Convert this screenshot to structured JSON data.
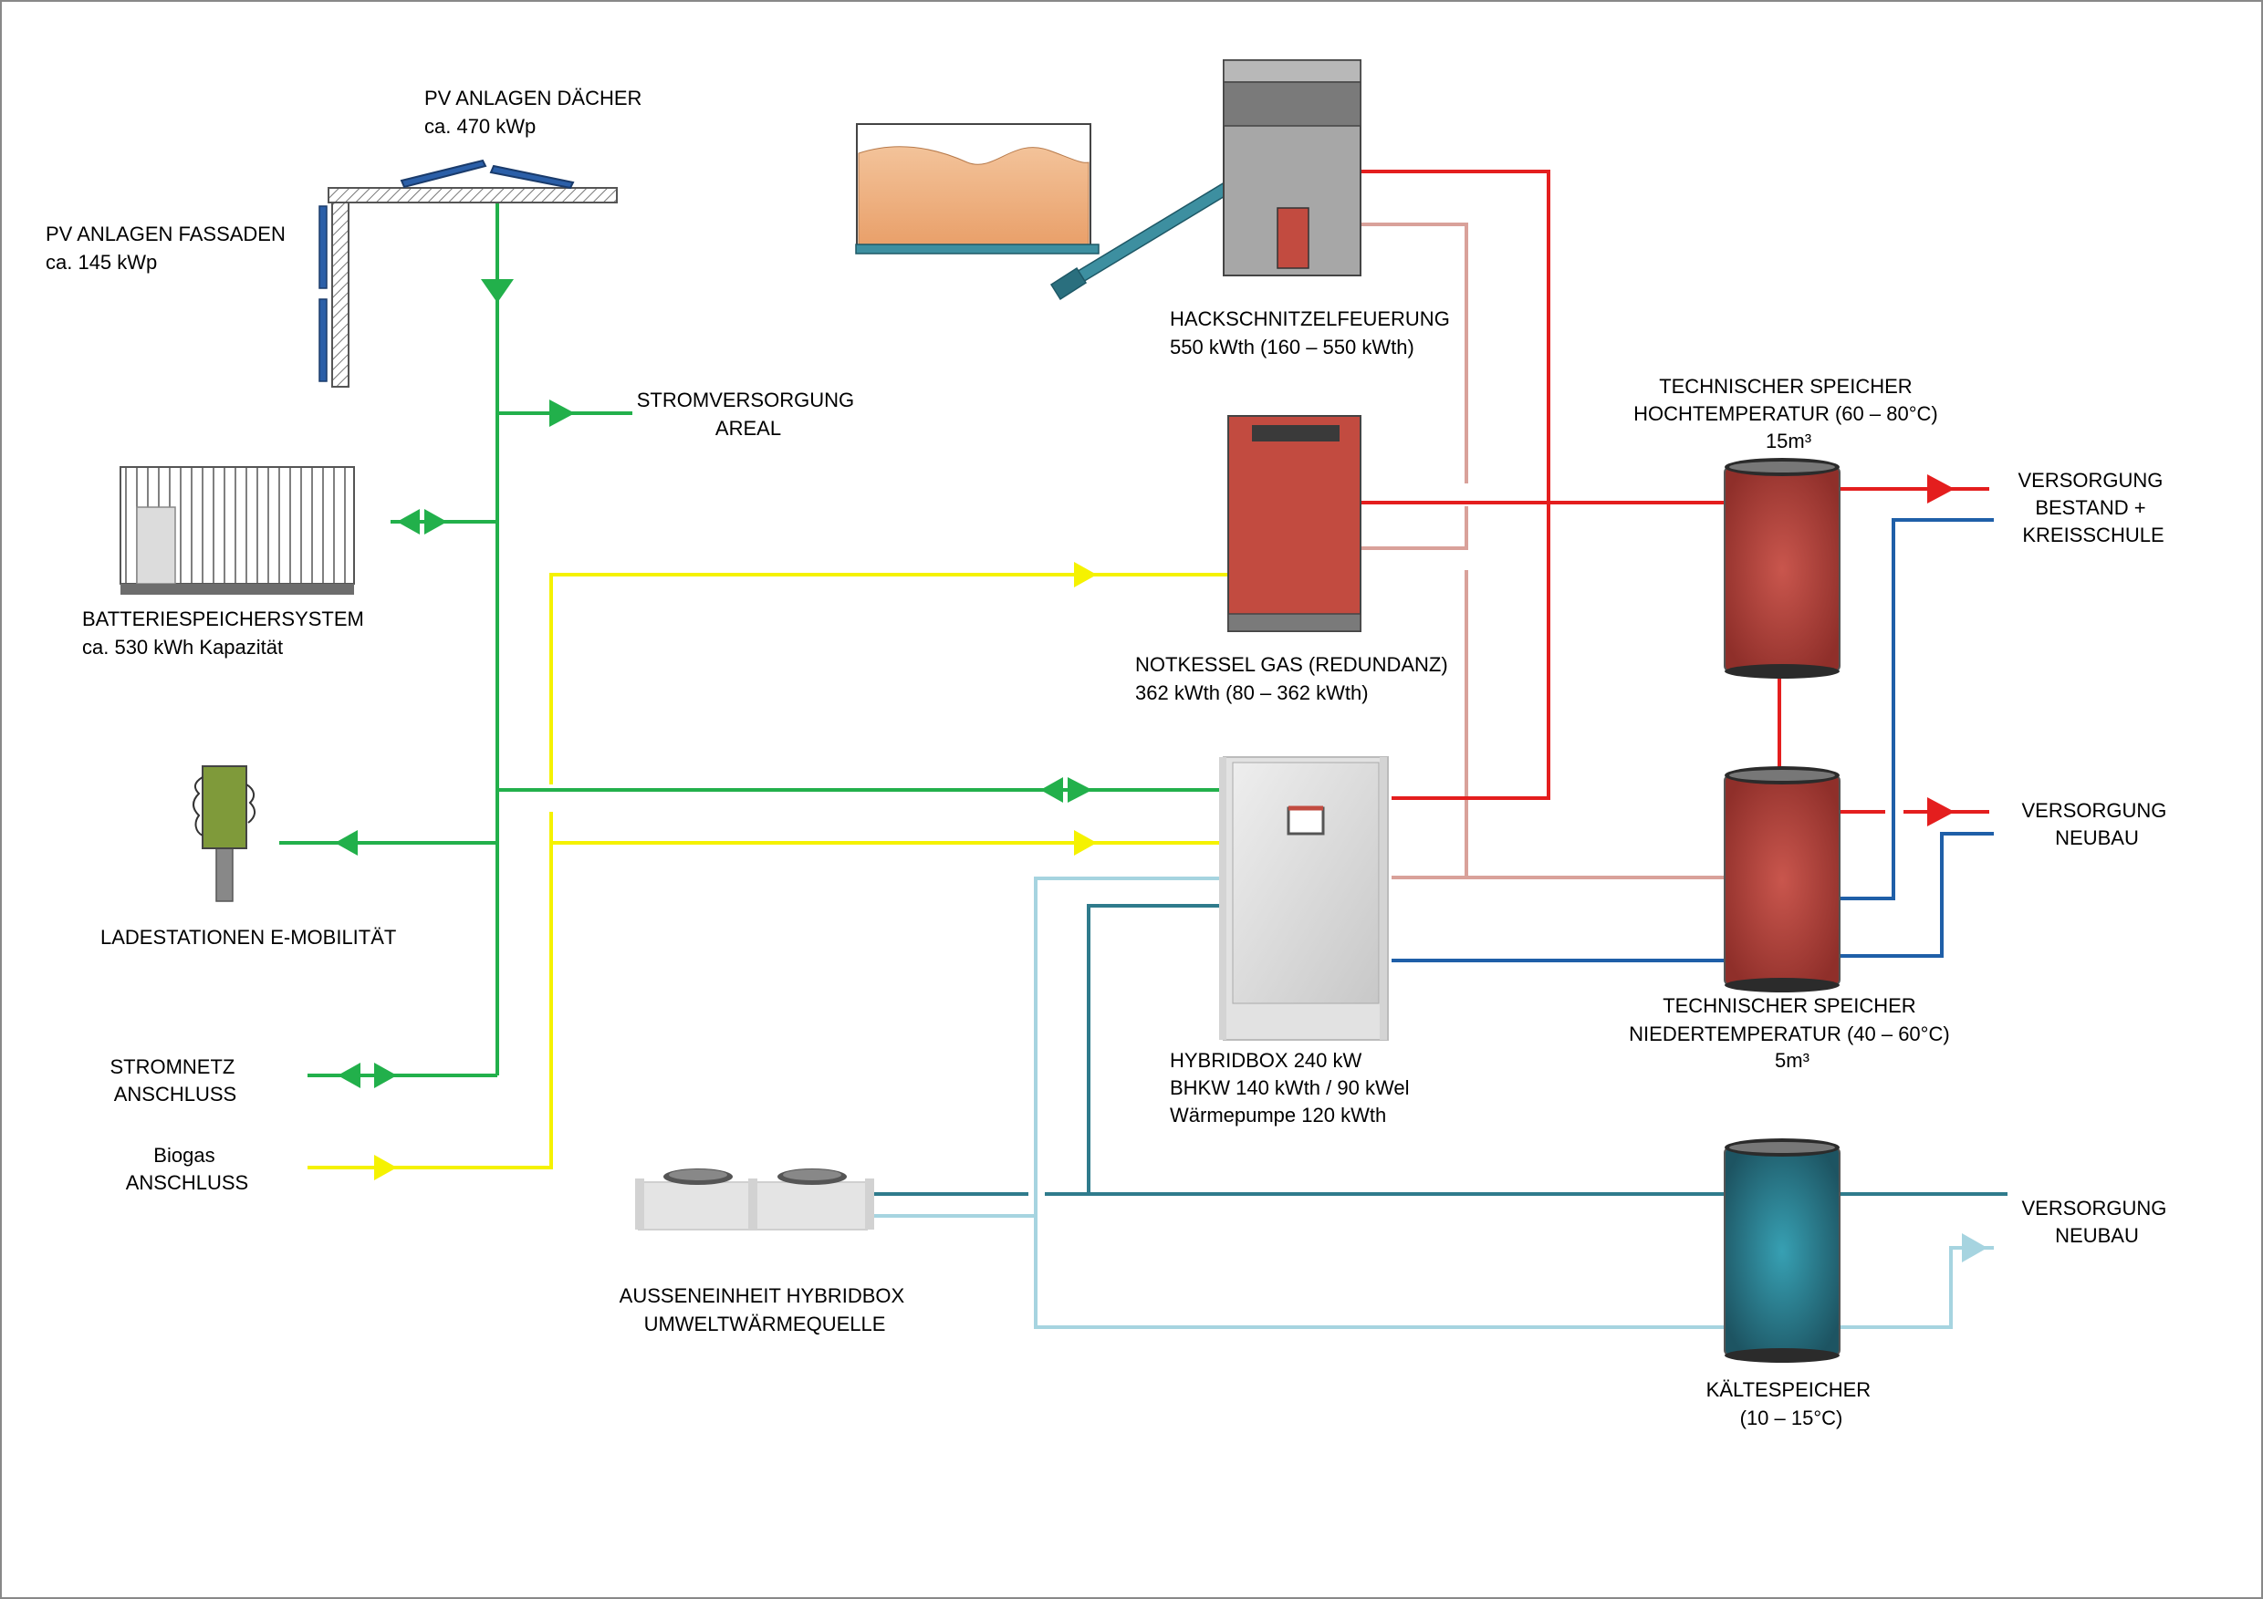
{
  "labels": {
    "pv_roof": [
      "PV ANLAGEN DÄCHER",
      "ca. 470 kWp"
    ],
    "pv_facade": [
      "PV ANLAGEN FASSADEN",
      "ca. 145 kWp"
    ],
    "battery": [
      "BATTERIESPEICHERSYSTEM",
      "ca. 530 kWh Kapazität"
    ],
    "charging": [
      "LADESTATIONEN E-MOBILITÄT"
    ],
    "grid": [
      "STROMNETZ",
      "ANSCHLUSS"
    ],
    "biogas": [
      "Biogas",
      "ANSCHLUSS"
    ],
    "power_supply": [
      "STROMVERSORGUNG",
      "AREAL"
    ],
    "chip_boiler": [
      "HACKSCHNITZELFEUERUNG",
      "550 kWth (160 – 550 kWth)"
    ],
    "gas_boiler": [
      "NOTKESSEL GAS (REDUNDANZ)",
      "362 kWth (80 – 362 kWth)"
    ],
    "hybridbox": [
      "HYBRIDBOX 240 kW",
      "BHKW 140 kWth / 90 kWel",
      "Wärmepumpe 120 kWth"
    ],
    "outdoor_unit": [
      "AUSSENEINHEIT HYBRIDBOX",
      "UMWELTWÄRMEQUELLE"
    ],
    "ht_storage": [
      "TECHNISCHER SPEICHER",
      "HOCHTEMPERATUR (60 – 80°C)",
      "15m³"
    ],
    "lt_storage": [
      "TECHNISCHER SPEICHER",
      "NIEDERTEMPERATUR (40 – 60°C)",
      "5m³"
    ],
    "cold_storage": [
      "KÄLTESPEICHER",
      "(10 – 15°C)"
    ],
    "supply_existing": [
      "VERSORGUNG",
      "BESTAND +",
      "KREISSCHULE"
    ],
    "supply_new_heat": [
      "VERSORGUNG",
      "NEUBAU"
    ],
    "supply_new_cold": [
      "VERSORGUNG",
      "NEUBAU"
    ]
  },
  "colors": {
    "electricity": "#22b04b",
    "biogas": "#f5f200",
    "hot_supply": "#e41e1e",
    "hot_return": "#d9a19a",
    "low_return": "#1f5fa8",
    "cooling_dark": "#2f7b8c",
    "cooling_light": "#a6d4e0",
    "tank_red": "#b1413a",
    "tank_teal": "#2d7282",
    "boiler_red": "#c24b40"
  }
}
